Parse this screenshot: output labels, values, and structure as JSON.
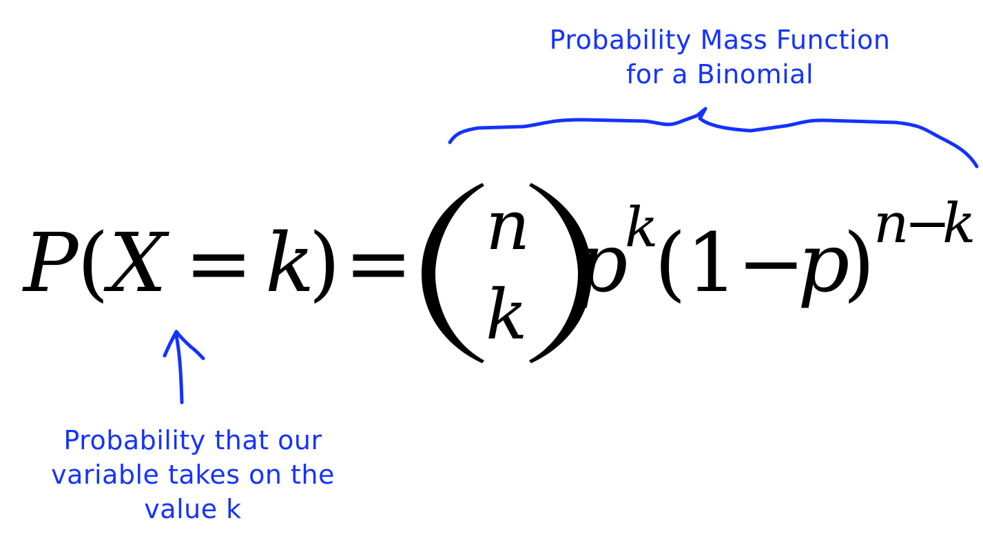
{
  "annotations": {
    "pmf_label": {
      "line1": "Probability Mass Function",
      "line2": "for a Binomial"
    },
    "variable_label": {
      "line1": "Probability that our",
      "line2": "variable takes on the",
      "line3": "value k"
    }
  },
  "formula": {
    "P": "P",
    "open_paren": "(",
    "X": "X",
    "equals1": "=",
    "k1": "k",
    "close_paren": ")",
    "equals2": "=",
    "binom_n": "n",
    "binom_k": "k",
    "p": "p",
    "exp_k": "k",
    "open_paren2": "(",
    "one": "1",
    "minus": "−",
    "p2": "p",
    "close_paren2": ")",
    "exp_n": "n",
    "exp_minus": "−",
    "exp_k2": "k"
  },
  "colors": {
    "annotation": "#1432ff",
    "formula": "#000000",
    "background": "#ffffff"
  }
}
